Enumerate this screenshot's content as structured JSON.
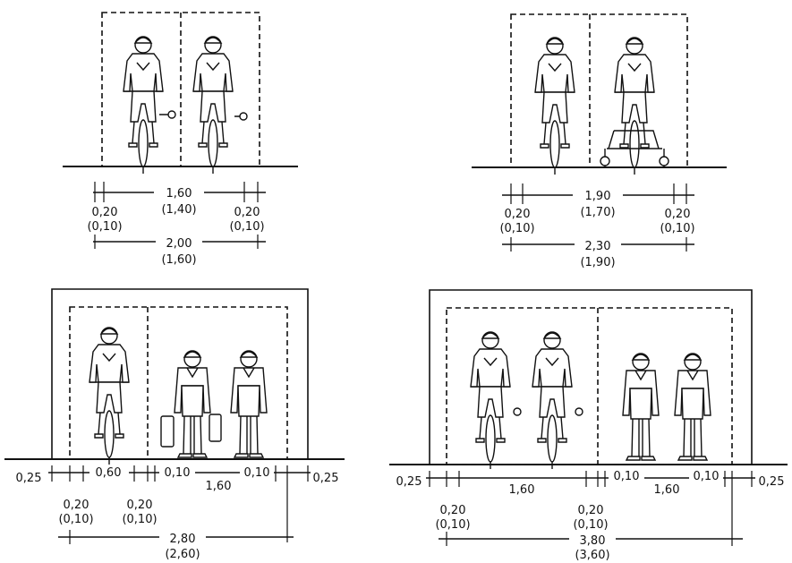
{
  "panels": {
    "two_cyclists": {
      "inner_width": "1,60",
      "inner_width_alt": "(1,40)",
      "left_clearance": "0,20",
      "left_clearance_alt": "(0,10)",
      "right_clearance": "0,20",
      "right_clearance_alt": "(0,10)",
      "total": "2,00",
      "total_alt": "(1,60)"
    },
    "cyclist_tricycle": {
      "inner_width": "1,90",
      "inner_width_alt": "(1,70)",
      "left_clearance": "0,20",
      "left_clearance_alt": "(0,10)",
      "right_clearance": "0,20",
      "right_clearance_alt": "(0,10)",
      "total": "2,30",
      "total_alt": "(1,90)"
    },
    "cyclist_pedestrians": {
      "outer_left": "0,25",
      "bike_width": "0,60",
      "gap_left": "0,10",
      "walk_width": "1,60",
      "gap_right": "0,10",
      "outer_right": "0,25",
      "left_clearance": "0,20",
      "left_clearance_alt": "(0,10)",
      "mid_clearance": "0,20",
      "mid_clearance_alt": "(0,10)",
      "total": "2,80",
      "total_alt": "(2,60)"
    },
    "two_cyclists_pedestrians": {
      "outer_left": "0,25",
      "bike_width": "1,60",
      "gap_left": "0,10",
      "walk_width": "1,60",
      "gap_right": "0,10",
      "outer_right": "0,25",
      "left_clearance": "0,20",
      "left_clearance_alt": "(0,10)",
      "mid_clearance": "0,20",
      "mid_clearance_alt": "(0,10)",
      "total": "3,80",
      "total_alt": "(3,60)"
    }
  }
}
